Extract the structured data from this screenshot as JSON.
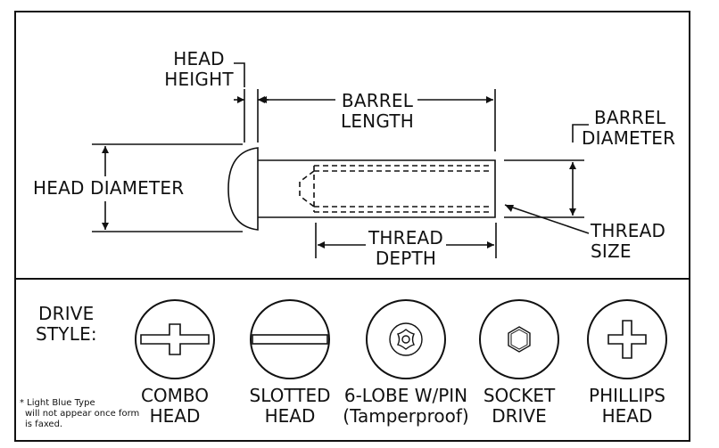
{
  "dimensions": {
    "head_height": [
      "HEAD",
      "HEIGHT"
    ],
    "barrel_length": [
      "BARREL",
      "LENGTH"
    ],
    "barrel_diameter": [
      "BARREL",
      "DIAMETER"
    ],
    "head_diameter": "HEAD DIAMETER",
    "thread_depth": [
      "THREAD",
      "DEPTH"
    ],
    "thread_size": [
      "THREAD",
      "SIZE"
    ]
  },
  "drive_style": {
    "label": [
      "DRIVE",
      "STYLE:"
    ],
    "items": [
      {
        "icon": "combo-head-icon",
        "name": [
          "COMBO",
          "HEAD"
        ]
      },
      {
        "icon": "slotted-head-icon",
        "name": [
          "SLOTTED",
          "HEAD"
        ]
      },
      {
        "icon": "six-lobe-pin-icon",
        "name": [
          "6-LOBE W/PIN",
          "(Tamperproof)"
        ]
      },
      {
        "icon": "socket-drive-icon",
        "name": [
          "SOCKET",
          "DRIVE"
        ]
      },
      {
        "icon": "phillips-head-icon",
        "name": [
          "PHILLIPS",
          "HEAD"
        ]
      }
    ]
  },
  "note": [
    "* Light Blue Type",
    "will not appear once form",
    "is faxed."
  ],
  "colors": {
    "line": "#111111",
    "background": "#ffffff"
  }
}
